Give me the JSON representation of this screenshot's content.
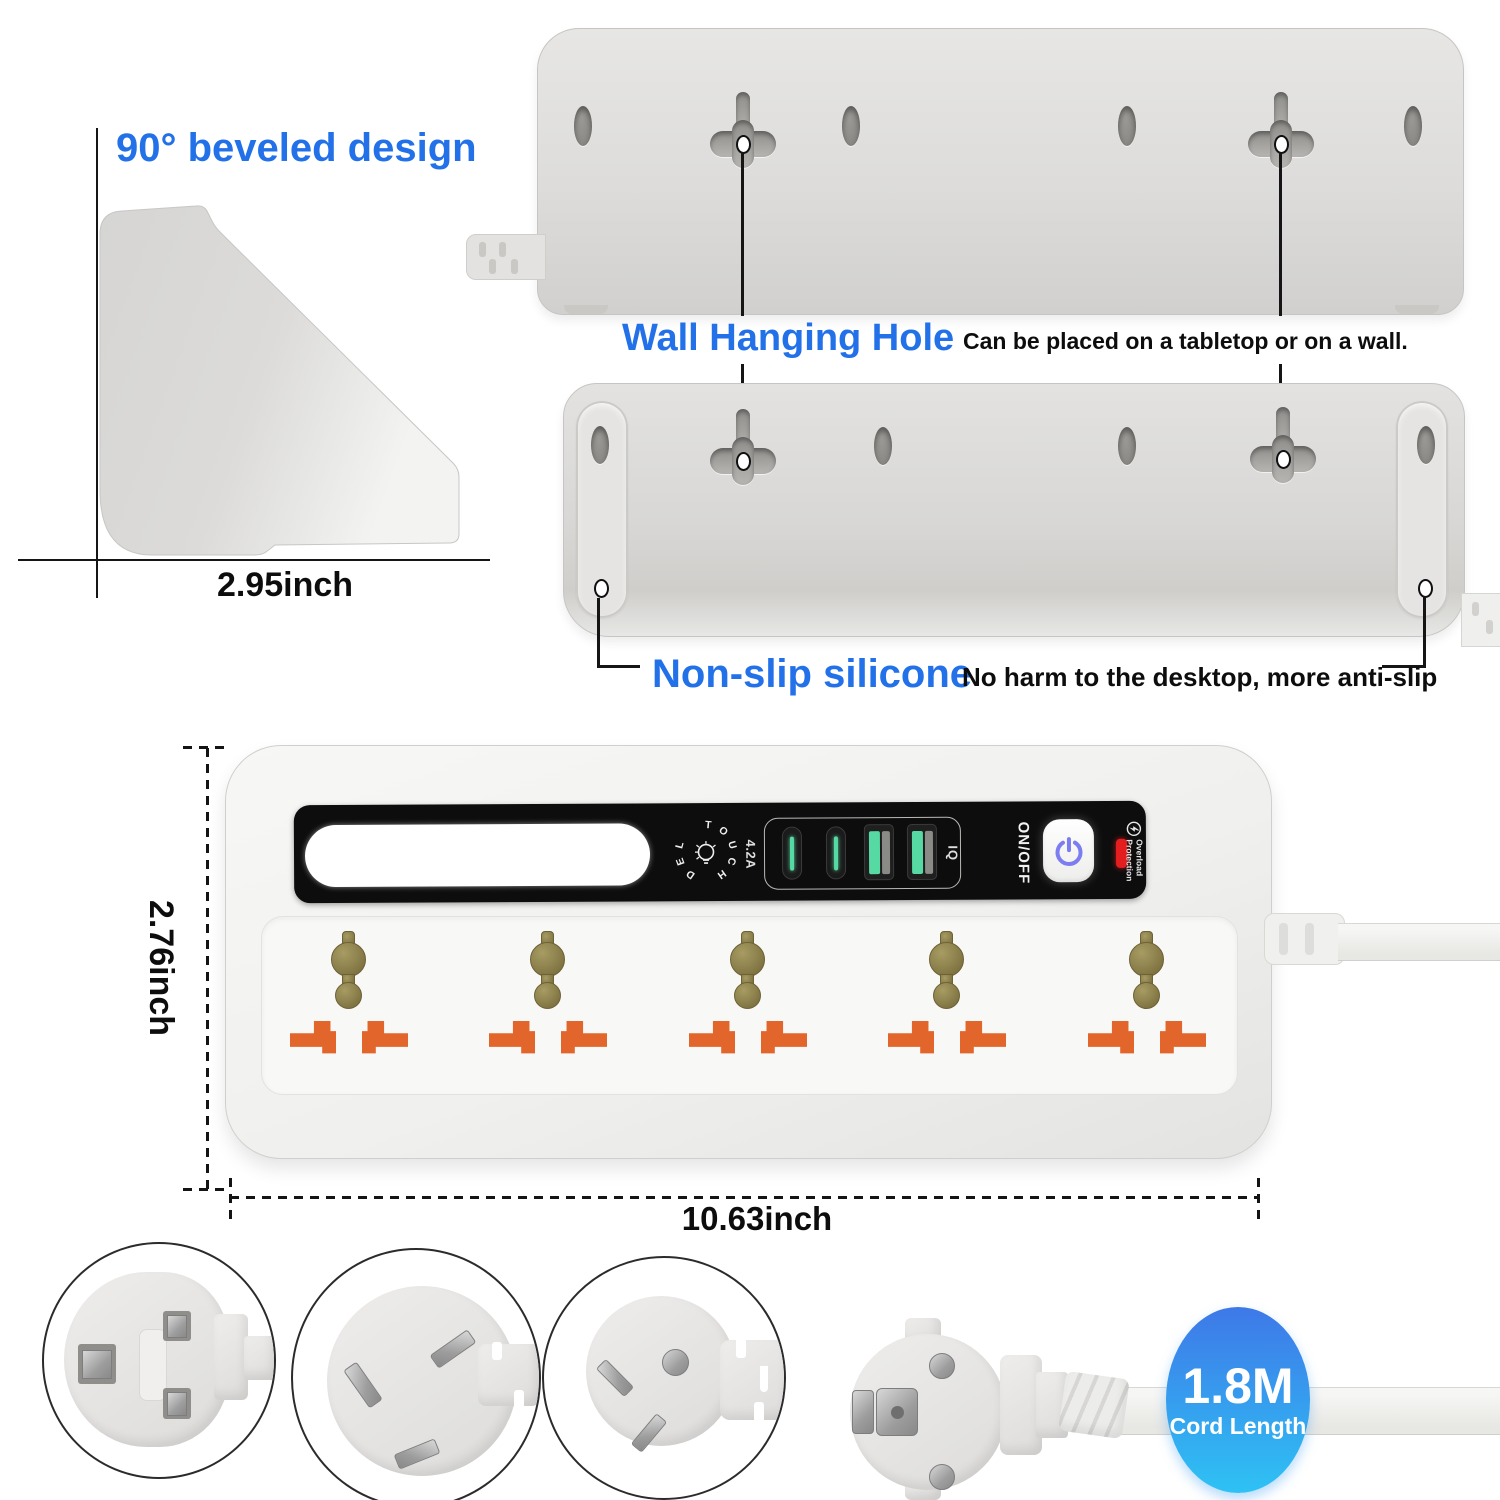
{
  "annotations": {
    "beveled_design": "90° beveled design",
    "wall_hanging": {
      "title": "Wall Hanging Hole",
      "desc": "Can be placed on a tabletop or on a wall."
    },
    "non_slip": {
      "title": "Non-slip silicone",
      "desc": "No harm to the desktop, more anti-slip"
    }
  },
  "dimensions": {
    "depth": "2.95inch",
    "height": "2.76inch",
    "width": "10.63inch"
  },
  "panel": {
    "touch_label": "TOUCH",
    "led_label": "LED",
    "usb_output": "4.2A",
    "usb_smart": "IQ",
    "power_switch": "ON/OFF",
    "overload": {
      "line1": "Overload",
      "line2": "Protection"
    }
  },
  "badge": {
    "length": "1.8M",
    "caption": "Cord Length"
  },
  "device": {
    "socket_count": 5,
    "usb_c_count": 2,
    "usb_a_count": 2
  },
  "colors": {
    "accent_blue": "#2271e8",
    "socket_orange": "#e2652c",
    "socket_pin_brass": "#8b7f4d",
    "usb_green": "#57d9a3",
    "power_icon_blue": "#7d7df2",
    "indicator_red": "#e41e1e",
    "badge_gradient_top": "#3e78e8",
    "badge_gradient_bottom": "#2ec2f4"
  }
}
